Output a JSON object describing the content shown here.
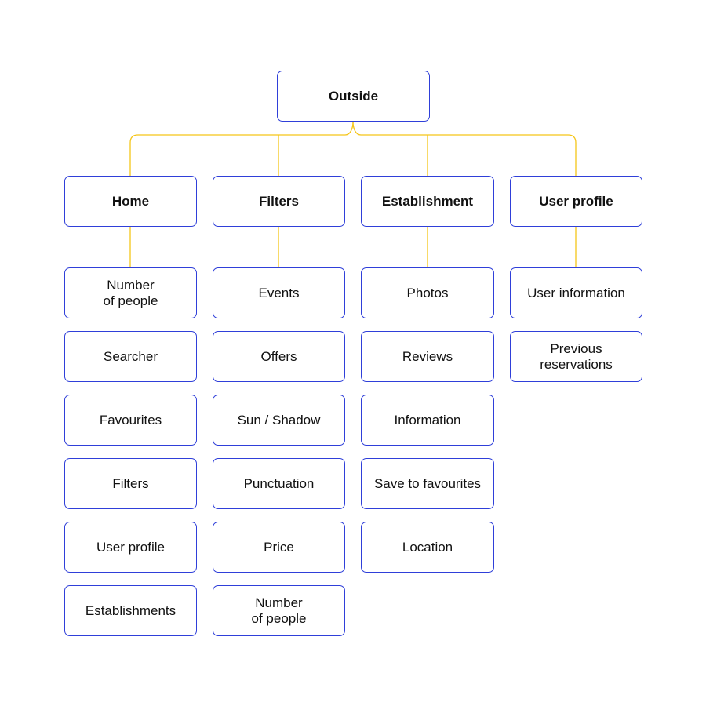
{
  "colors": {
    "box_border": "#2f3fd9",
    "connector": "#f5c518",
    "text": "#111111",
    "background": "#ffffff"
  },
  "diagram": {
    "root": {
      "label": "Outside"
    },
    "columns": [
      {
        "key": "home",
        "label": "Home",
        "items": [
          "Number\nof people",
          "Searcher",
          "Favourites",
          "Filters",
          "User profile",
          "Establishments"
        ]
      },
      {
        "key": "filters",
        "label": "Filters",
        "items": [
          "Events",
          "Offers",
          "Sun / Shadow",
          "Punctuation",
          "Price",
          "Number\nof people"
        ]
      },
      {
        "key": "establishment",
        "label": "Establishment",
        "items": [
          "Photos",
          "Reviews",
          "Information",
          "Save to favourites",
          "Location"
        ]
      },
      {
        "key": "user-profile",
        "label": "User profile",
        "items": [
          "User information",
          "Previous\nreservations"
        ]
      }
    ]
  }
}
